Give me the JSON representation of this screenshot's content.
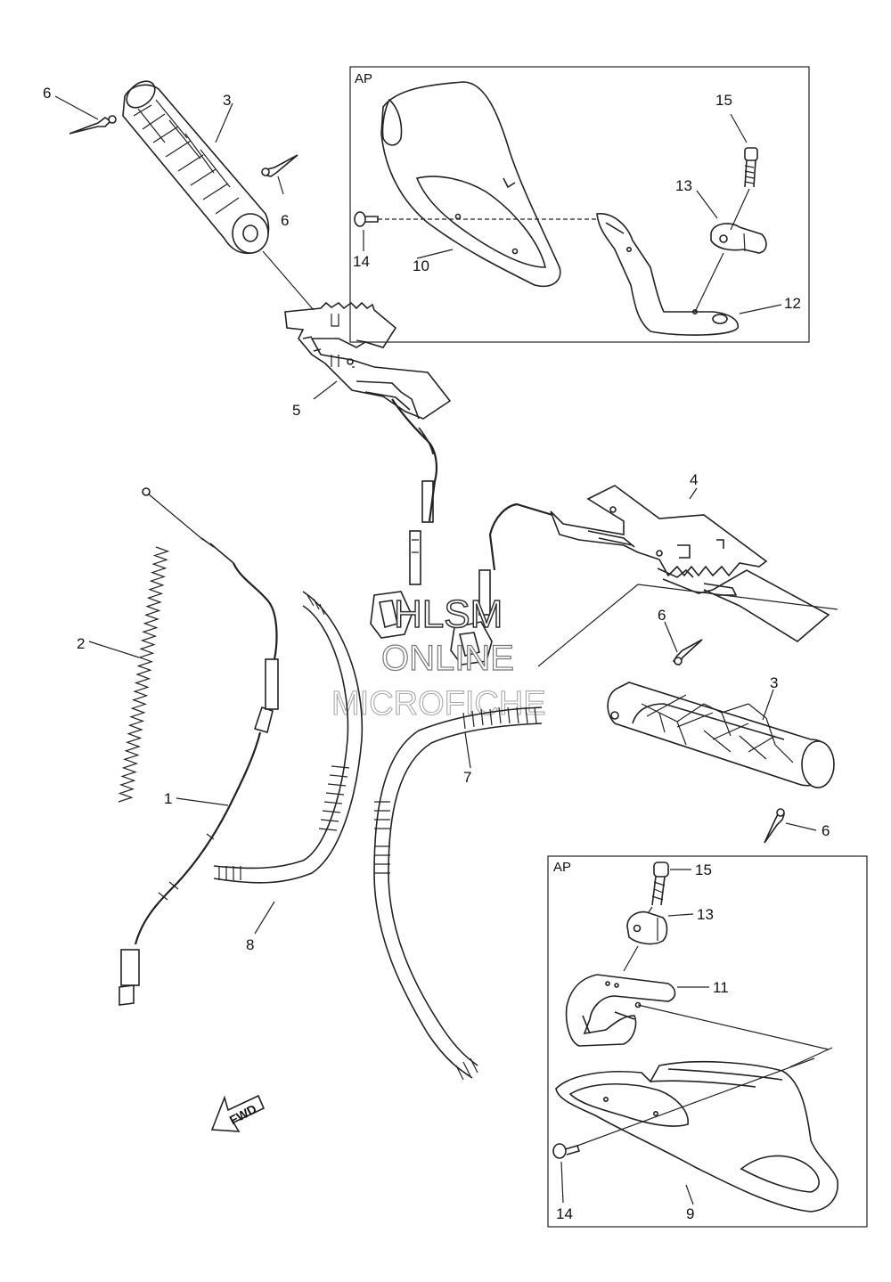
{
  "callouts": {
    "c1": "1",
    "c2": "2",
    "c3a": "3",
    "c3b": "3",
    "c4": "4",
    "c5": "5",
    "c6a": "6",
    "c6b": "6",
    "c6c": "6",
    "c6d": "6",
    "c7": "7",
    "c8": "8",
    "c9": "9",
    "c10": "10",
    "c11": "11",
    "c12": "12",
    "c13a": "13",
    "c13b": "13",
    "c14a": "14",
    "c14b": "14",
    "c15a": "15",
    "c15b": "15"
  },
  "boxes": {
    "top_label": "AP",
    "bottom_label": "AP"
  },
  "watermark": {
    "line1": "HLSM",
    "line2": "ONLINE",
    "line3": "MICROFICHE"
  },
  "fwd_arrow": {
    "text": "FWD"
  }
}
